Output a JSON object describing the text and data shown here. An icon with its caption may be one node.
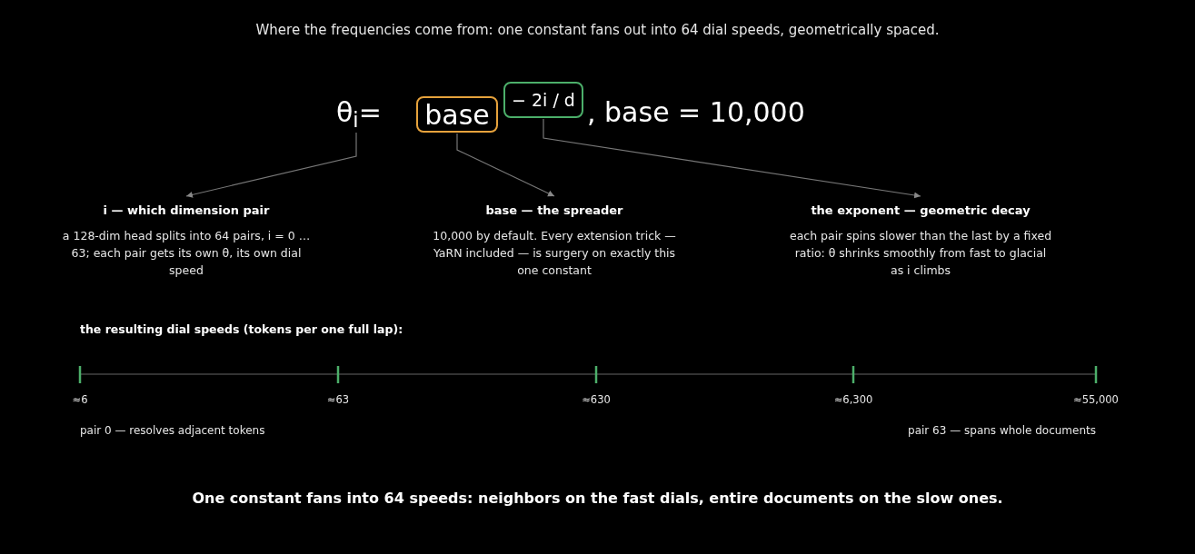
{
  "diagram": {
    "title": "Where the frequencies come from: one constant fans out into 64 dial speeds, geometrically spaced.",
    "nodes": [
      {
        "text": [
          "θ$_{i}$="
        ]
      },
      {
        "text": [
          "base"
        ]
      },
      {
        "text": [
          "− 2i / d"
        ]
      },
      {
        "text": [
          "i — which dimension pair",
          "a 128-dim head splits into 64 pairs, i = 0 … 63; each pair gets its own θ, its own dial speed"
        ]
      },
      {
        "text": [
          "base — the spreader",
          "10,000 by default. Every extension trick — YaRN included — is surgery on exactly this one constant"
        ]
      },
      {
        "text": [
          "the exponent — geometric decay",
          "each pair spins slower than the last by a fixed ratio: θ shrinks smoothly from fast to glacial as i climbs"
        ]
      }
    ],
    "edges": [
      {
        "from": 0,
        "to": 3,
        "arrow": "to"
      },
      {
        "from": 1,
        "to": 4,
        "arrow": "to"
      },
      {
        "from": 2,
        "to": 5,
        "arrow": "to"
      }
    ],
    "labels": [
      ", base = 10,000",
      "the resulting dial speeds (tokens per one full lap):",
      "≈6",
      "≈63",
      "≈630",
      "≈6,300",
      "≈55,000",
      "pair 0 — resolves adjacent tokens",
      "pair 63 — spans whole documents"
    ],
    "caption": "One constant fans into 64 speeds: neighbors on the fast dials, entire documents on the slow ones."
  }
}
